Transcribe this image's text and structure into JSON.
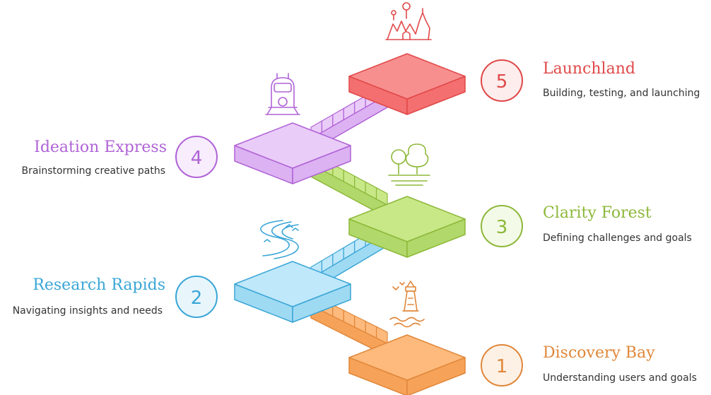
{
  "stages": [
    {
      "number": "1",
      "title": "Discovery Bay",
      "description": "Understanding users and goals",
      "color": "#E0873A",
      "icon": "lighthouse-icon"
    },
    {
      "number": "2",
      "title": "Research Rapids",
      "description": "Navigating insights and needs",
      "color": "#3AA6D6",
      "icon": "river-icon"
    },
    {
      "number": "3",
      "title": "Clarity Forest",
      "description": "Defining challenges and goals",
      "color": "#8DB83A",
      "icon": "trees-icon"
    },
    {
      "number": "4",
      "title": "Ideation Express",
      "description": "Brainstorming creative paths",
      "color": "#B063D6",
      "icon": "train-icon"
    },
    {
      "number": "5",
      "title": "Launchland",
      "description": "Building, testing, and launching",
      "color": "#E04848",
      "icon": "castle-balloon-icon"
    }
  ],
  "palette": {
    "orange": {
      "top": "#FDBA7C",
      "side": "#F7A259",
      "line": "#E0873A"
    },
    "blue": {
      "top": "#BFE8FA",
      "side": "#9FDAF3",
      "line": "#3AA6D6"
    },
    "green": {
      "top": "#C8E888",
      "side": "#B0D86A",
      "line": "#8DB83A"
    },
    "purple": {
      "top": "#EACCF8",
      "side": "#DCB2F2",
      "line": "#B063D6"
    },
    "red": {
      "top": "#F78F8F",
      "side": "#F46F6F",
      "line": "#E04848"
    }
  }
}
